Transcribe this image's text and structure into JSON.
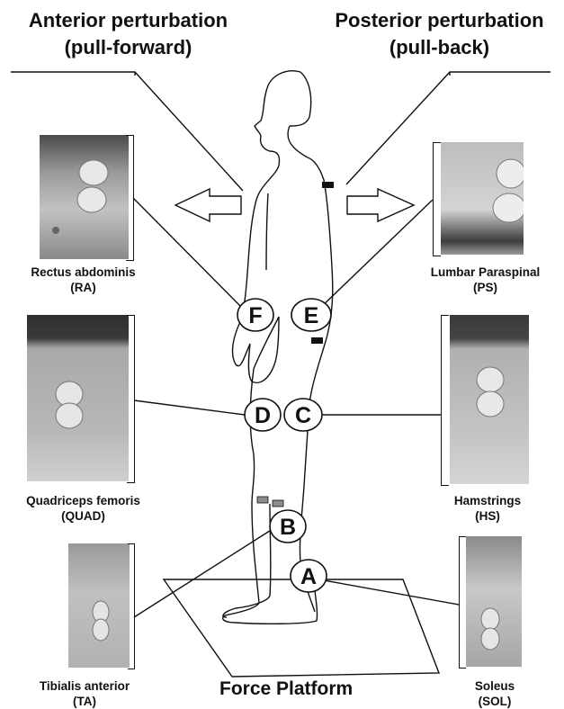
{
  "titles": {
    "anterior_line1": "Anterior perturbation",
    "anterior_line2": "(pull-forward)",
    "posterior_line1": "Posterior perturbation",
    "posterior_line2": "(pull-back)"
  },
  "muscles": [
    {
      "key": "ra",
      "name": "Rectus abdominis",
      "abbr": "(RA)"
    },
    {
      "key": "ps",
      "name": "Lumbar Paraspinal",
      "abbr": "(PS)"
    },
    {
      "key": "quad",
      "name": "Quadriceps femoris",
      "abbr": "(QUAD)"
    },
    {
      "key": "hs",
      "name": "Hamstrings",
      "abbr": "(HS)"
    },
    {
      "key": "ta",
      "name": "Tibialis anterior",
      "abbr": "(TA)"
    },
    {
      "key": "sol",
      "name": "Soleus",
      "abbr": "(SOL)"
    }
  ],
  "markers": {
    "a": "A",
    "b": "B",
    "c": "C",
    "d": "D",
    "e": "E",
    "f": "F"
  },
  "platform_label": "Force Platform"
}
